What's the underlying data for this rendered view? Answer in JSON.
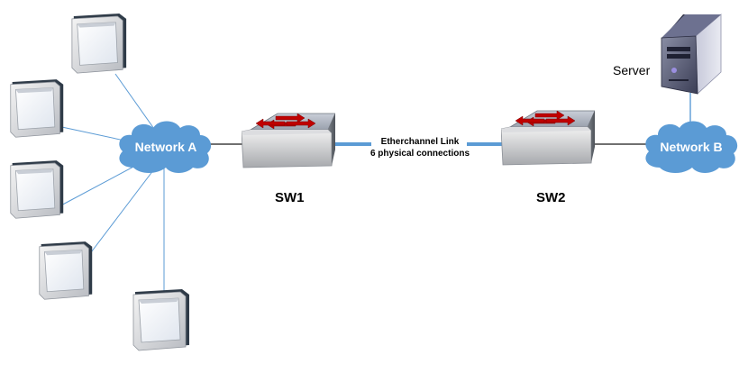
{
  "nodes": {
    "network_a": {
      "label": "Network A"
    },
    "network_b": {
      "label": "Network B"
    },
    "sw1": {
      "label": "SW1"
    },
    "sw2": {
      "label": "SW2"
    },
    "server": {
      "label": "Server"
    }
  },
  "link": {
    "line1": "Etherchannel Link",
    "line2": "6 physical connections"
  },
  "colors": {
    "cloud": "#5b9bd5",
    "link": "#5b9bd5",
    "switch_arrows": "#c00000"
  }
}
